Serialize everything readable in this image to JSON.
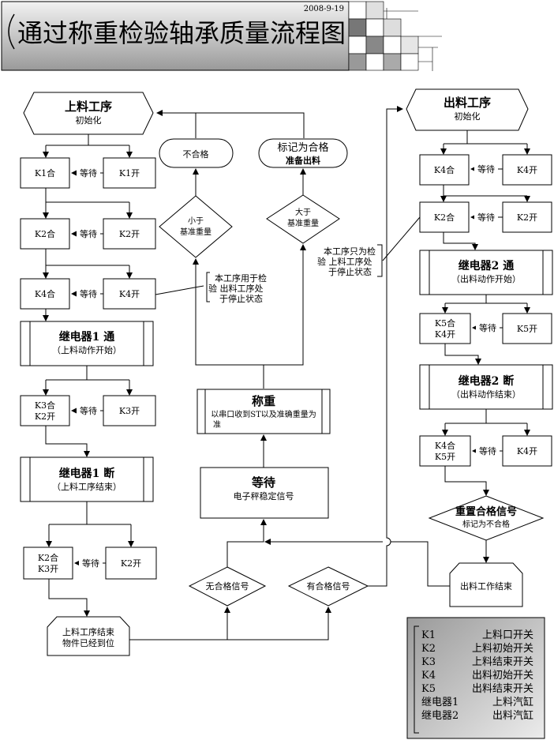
{
  "header": {
    "title": "通过称重检验轴承质量流程图",
    "date": "2008-9-19"
  },
  "left": {
    "start_title": "上料工序",
    "start_sub": "初始化",
    "wait": "等待",
    "k1_on": "K1合",
    "k1_off": "K1开",
    "k2_on": "K2合",
    "k2_off": "K2开",
    "k4_on": "K4合",
    "k4_off": "K4开",
    "relay1_on_title": "继电器1 通",
    "relay1_on_sub": "（上料动作开始）",
    "k3k2_line1": "K3合",
    "k3k2_line2": "K2开",
    "k3_off": "K3开",
    "relay1_off_title": "继电器1 断",
    "relay1_off_sub": "（上料工序结束）",
    "k2k3_line1": "K2合",
    "k2k3_line2": "K3开",
    "k2_off_b": "K2开",
    "end_line1": "上料工序结束",
    "end_line2": "物件已经到位",
    "note_line1": "本工序用于检",
    "note_line2": "验 出料工序处",
    "note_line3": "于停止状态"
  },
  "middle": {
    "fail_label": "不合格",
    "pass_line1": "标记为合格",
    "pass_line2": "准备出料",
    "less_line1": "小于",
    "less_line2": "基准重量",
    "greater_line1": "大于",
    "greater_line2": "基准重量",
    "weigh_title": "称重",
    "weigh_line1": "以串口收到ST以及准确重量为",
    "weigh_line2": "准",
    "wait_title": "等待",
    "wait_sub": "电子秤稳定信号",
    "no_pass_signal": "无合格信号",
    "has_pass_signal": "有合格信号"
  },
  "right": {
    "start_title": "出料工序",
    "start_sub": "初始化",
    "wait": "等待",
    "k4_on": "K4合",
    "k4_off": "K4开",
    "k2_on": "K2合",
    "k2_off": "K2开",
    "relay2_on_title": "继电器2 通",
    "relay2_on_sub": "（出料动作开始）",
    "k5k4_line1": "K5合",
    "k5k4_line2": "K4开",
    "k5_off": "K5开",
    "relay2_off_title": "继电器2 断",
    "relay2_off_sub": "（出料动作结束）",
    "k4k5_line1": "K4合",
    "k4k5_line2": "K5开",
    "k4_off_b": "K4开",
    "reset_title": "重置合格信号",
    "reset_sub": "标记为不合格",
    "end_label": "出料工作结束",
    "note_line1": "本工序只为检",
    "note_line2": "验 上料工序处",
    "note_line3": "于停止状态"
  },
  "legend": {
    "rows": [
      {
        "key": "K1",
        "value": "上料口开关"
      },
      {
        "key": "K2",
        "value": "上料初始开关"
      },
      {
        "key": "K3",
        "value": "上料结束开关"
      },
      {
        "key": "K4",
        "value": "出料初始开关"
      },
      {
        "key": "K5",
        "value": "出料结束开关"
      },
      {
        "key": "继电器1",
        "value": "上料汽缸"
      },
      {
        "key": "继电器2",
        "value": "出料汽缸"
      }
    ]
  }
}
